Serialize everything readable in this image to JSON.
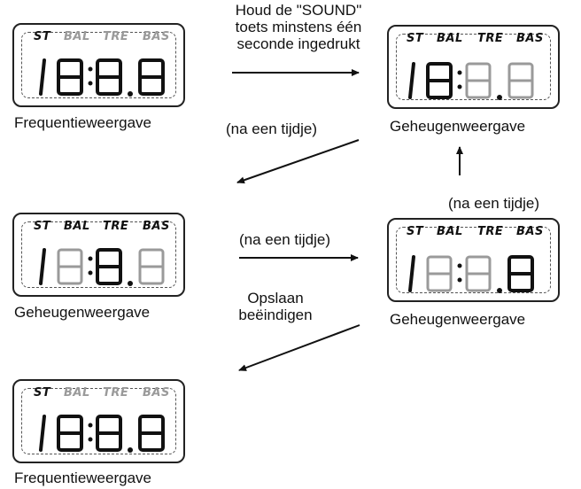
{
  "indicators": [
    "ST",
    "BAL",
    "TRE",
    "BAS"
  ],
  "captions": {
    "freq1": "Frequentieweergave",
    "mem1": "Geheugenweergave",
    "mem2": "Geheugenweergave",
    "mem3": "Geheugenweergave",
    "freq2": "Frequentieweergave"
  },
  "notes": {
    "hold_line1": "Houd de \"SOUND\"",
    "hold_line2": "toets minstens één",
    "hold_line3": "seconde ingedrukt",
    "after_while_1": "(na een tijdje)",
    "after_while_2": "(na een tijdje)",
    "after_while_3": "(na een tijdje)",
    "store_line1": "Opslaan",
    "store_line2": "beëindigen"
  },
  "colors": {
    "ink": "#111111",
    "faded": "#9a9a9a"
  }
}
